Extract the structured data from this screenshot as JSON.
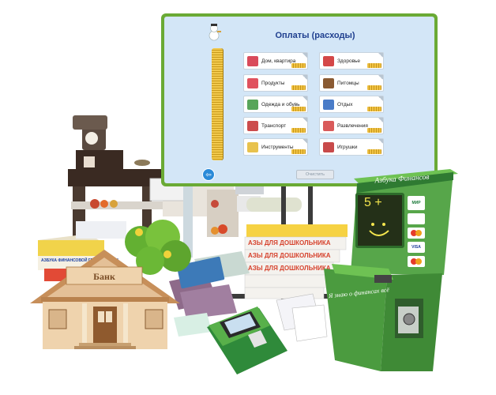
{
  "screen": {
    "title": "Оплаты (расходы)",
    "clear_label": "Очистить",
    "back_icon": "back-arrow-icon",
    "categories": [
      {
        "label": "Дом, квартира",
        "icon": "house-icon",
        "color": "#d94a5a"
      },
      {
        "label": "Продукты",
        "icon": "shopping-cart-icon",
        "color": "#e0525e"
      },
      {
        "label": "Одежда и обувь",
        "icon": "clothes-icon",
        "color": "#58a55a"
      },
      {
        "label": "Транспорт",
        "icon": "train-icon",
        "color": "#cc4c4c"
      },
      {
        "label": "Инструменты",
        "icon": "toolbox-icon",
        "color": "#e8c24d"
      },
      {
        "label": "Здоровье",
        "icon": "medical-bag-icon",
        "color": "#d44747"
      },
      {
        "label": "Питомцы",
        "icon": "pets-icon",
        "color": "#8a5a32"
      },
      {
        "label": "Отдых",
        "icon": "travel-icon",
        "color": "#4a7cc8"
      },
      {
        "label": "Развлечения",
        "icon": "carousel-icon",
        "color": "#d95a5a"
      },
      {
        "label": "Игрушки",
        "icon": "toys-icon",
        "color": "#c84a4a"
      }
    ]
  },
  "bank": {
    "sign": "Банк"
  },
  "atm": {
    "title": "Азбука Финансов",
    "screen_text": "5 +",
    "slogan": "Я знаю о финансах всё",
    "payment_labels": [
      "МИР",
      "VISA"
    ]
  },
  "books": {
    "title_prefix": "АЗЫ",
    "title_text": "ДЛЯ ДОШКОЛЬНИКА",
    "box_text": "АЗБУКА ФИНАНСОВОЙ ГРАМОТНОСТИ"
  },
  "colors": {
    "board_frame": "#6aaa35",
    "screen_bg": "#d3e6f7",
    "title": "#1f3f8f",
    "atm_body": "#57a64a",
    "atm_dark": "#2f7a32",
    "coin_gold": "#f2c94c"
  }
}
